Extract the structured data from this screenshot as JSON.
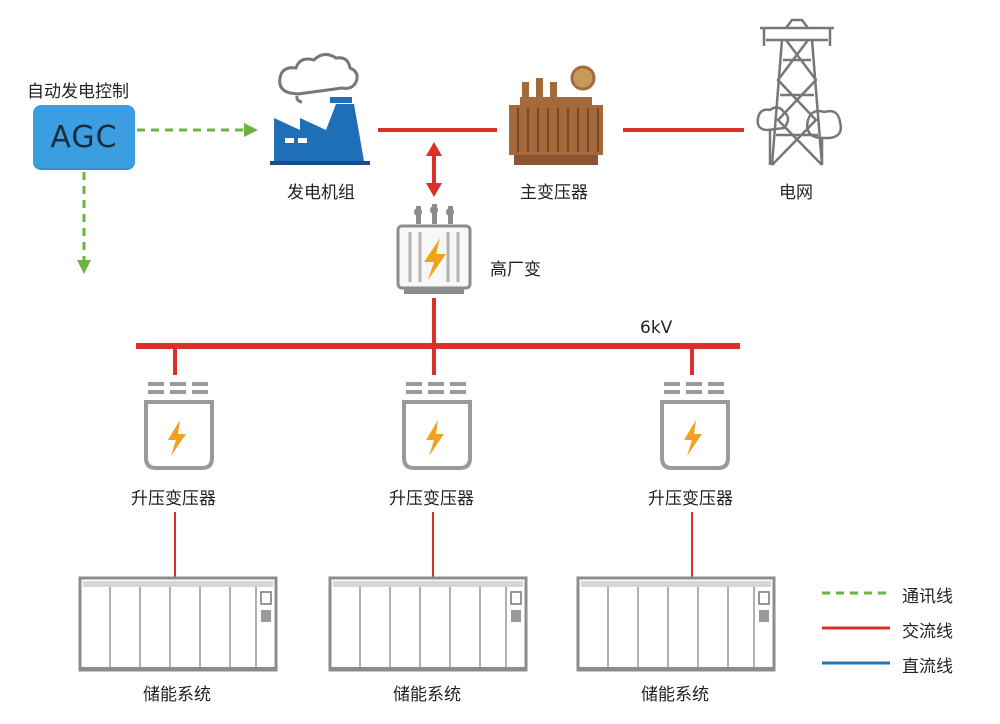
{
  "agc": {
    "caption": "自动发电控制",
    "box_label": "AGC"
  },
  "nodes": {
    "generator": "发电机组",
    "main_transformer": "主变压器",
    "grid": "电网",
    "house_transformer": "高厂变"
  },
  "bus_voltage": "6kV",
  "branches": [
    {
      "transformer": "升压变压器",
      "storage": "储能系统"
    },
    {
      "transformer": "升压变压器",
      "storage": "储能系统"
    },
    {
      "transformer": "升压变压器",
      "storage": "储能系统"
    }
  ],
  "legend": [
    {
      "label": "通讯线",
      "style": "dashed",
      "color": "#6cb33f"
    },
    {
      "label": "交流线",
      "style": "solid",
      "color": "#d9302a"
    },
    {
      "label": "直流线",
      "style": "solid",
      "color": "#1f79b8"
    }
  ],
  "colors": {
    "ac_line": "#d9302a",
    "comm_line": "#6cb33f",
    "dc_line": "#1f79b8",
    "agc": "#3a9ee0",
    "factory": "#1e6fb8",
    "main_transformer": "#a56a3c",
    "gray_icon": "#8c8c8c",
    "bolt": "#f2a01e"
  },
  "icons": [
    "factory-icon",
    "transformer-icon",
    "tower-icon",
    "bolt-icon",
    "cabinet-icon"
  ]
}
